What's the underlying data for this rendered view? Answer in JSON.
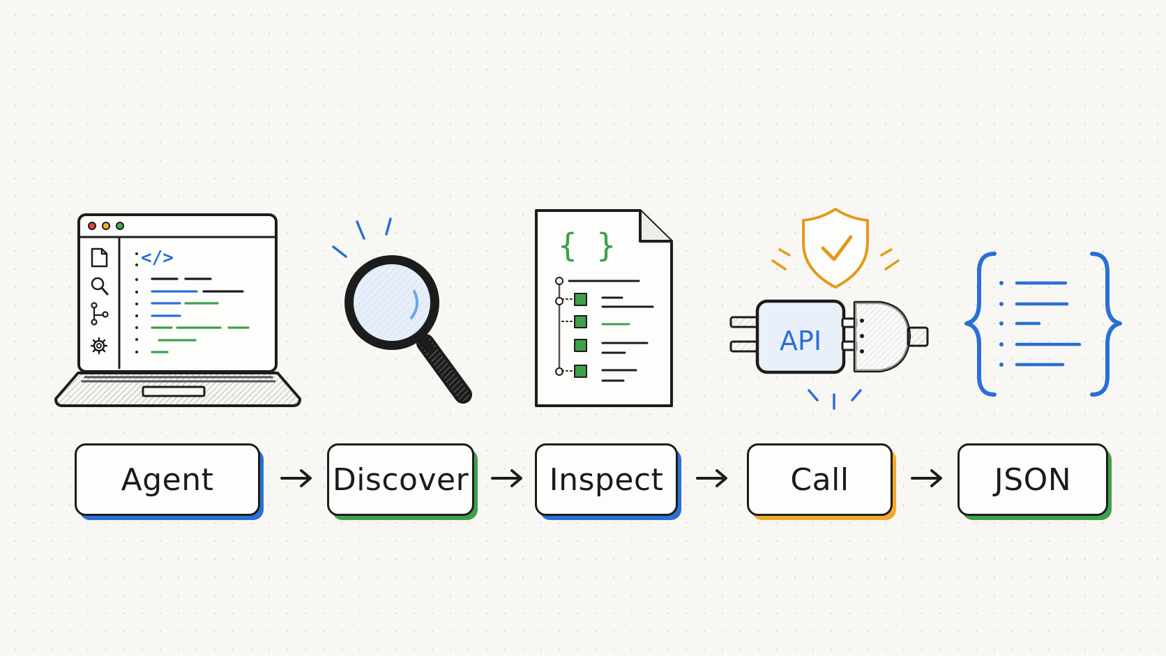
{
  "diagram": {
    "steps": [
      {
        "label": "Agent",
        "accent": "#2a6fd6",
        "icon": "laptop-code-icon"
      },
      {
        "label": "Discover",
        "accent": "#3ea04a",
        "icon": "magnifier-icon"
      },
      {
        "label": "Inspect",
        "accent": "#2a6fd6",
        "icon": "schema-document-icon"
      },
      {
        "label": "Call",
        "accent": "#f1a92a",
        "icon": "api-plug-shield-icon"
      },
      {
        "label": "JSON",
        "accent": "#3ea04a",
        "icon": "json-braces-icon"
      }
    ],
    "api_plug_label": "API",
    "code_tag": "</>",
    "schema_braces": "{ }"
  },
  "colors": {
    "ink": "#1c1c1c",
    "blue": "#2a6fd6",
    "green": "#3ea04a",
    "orange": "#f1a92a",
    "window_red": "#e0443a",
    "window_yellow": "#f2b233",
    "window_green": "#3fb04f"
  }
}
